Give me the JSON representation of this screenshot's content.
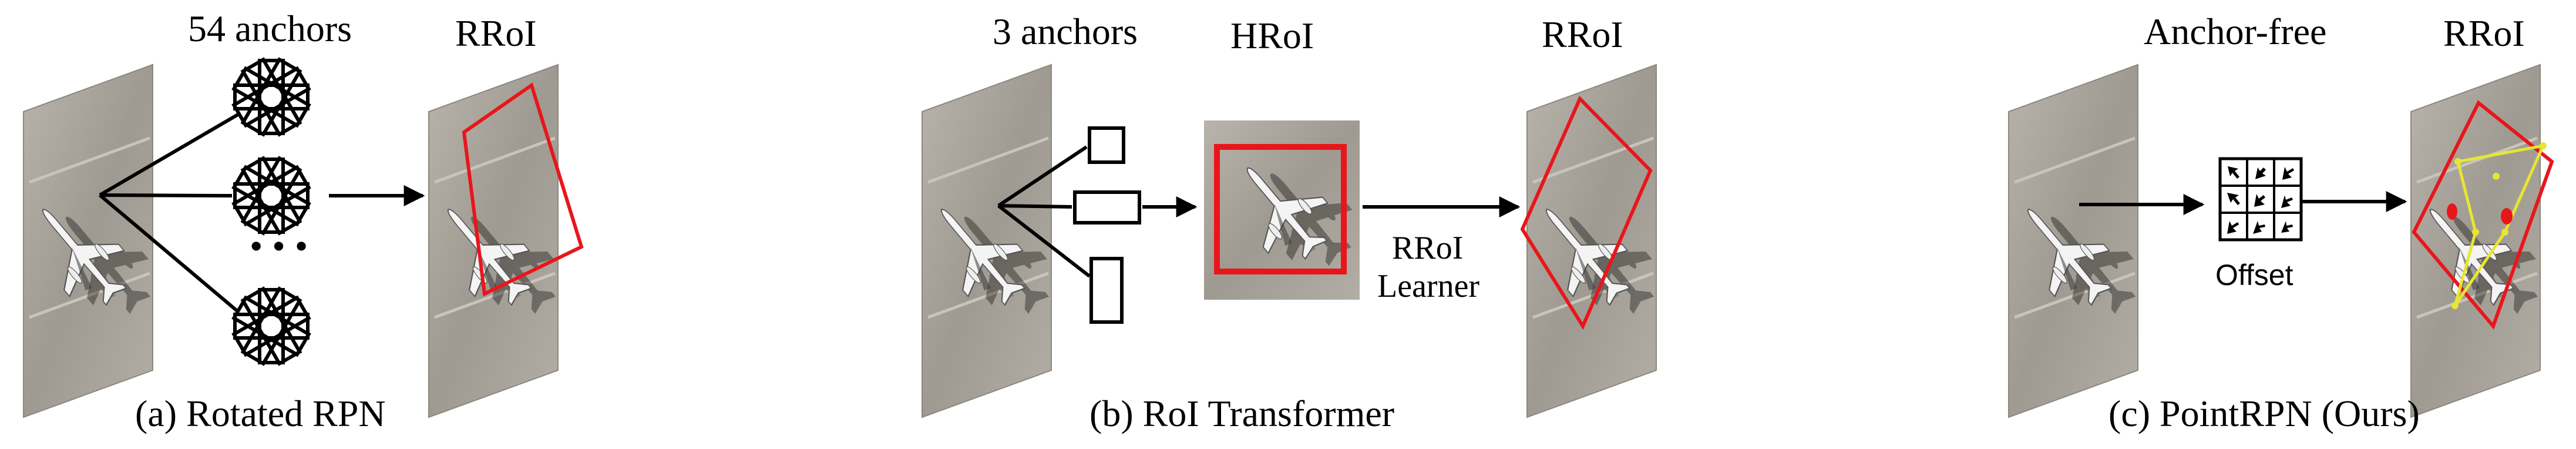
{
  "panels": [
    {
      "caption": "(a) Rotated RPN",
      "anchor_label": "54 anchors",
      "output_label": "RRoI",
      "ellipsis": "• • •"
    },
    {
      "caption": "(b) RoI Transformer",
      "anchor_label": "3 anchors",
      "hroi_label": "HRoI",
      "output_label": "RRoI",
      "learner_line1": "RRoI",
      "learner_line2": "Learner"
    },
    {
      "caption": "(c) PointRPN (Ours)",
      "anchor_label": "Anchor-free",
      "output_label": "RRoI",
      "offset_label": "Offset"
    }
  ],
  "colors": {
    "box": "#e8161b",
    "points": "#e8e630",
    "ground": "#a8a39a"
  }
}
